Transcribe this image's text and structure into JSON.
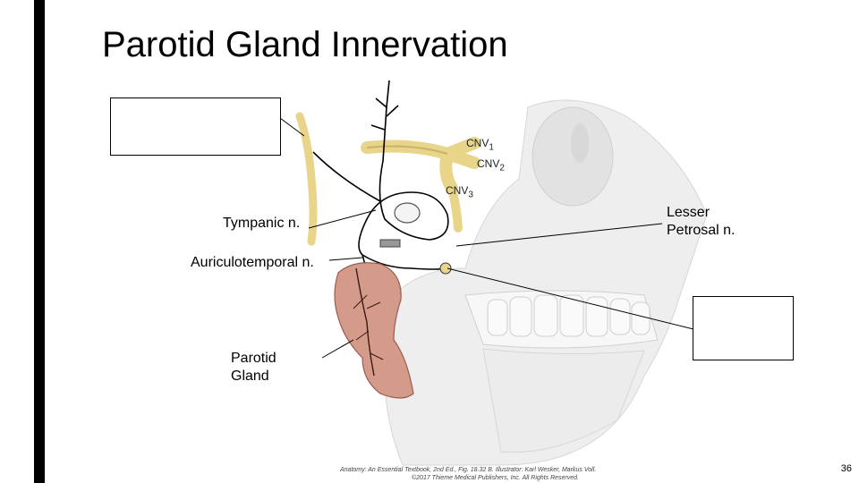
{
  "slide": {
    "title": "Parotid Gland Innervation",
    "page_number": "36"
  },
  "labels": {
    "cnv1": "CNV",
    "cnv1_sub": "1",
    "cnv2": "CNV",
    "cnv2_sub": "2",
    "cnv3": "CNV",
    "cnv3_sub": "3",
    "tympanic": "Tympanic n.",
    "auriculotemporal": "Auriculotemporal n.",
    "lesser_petrosal_line1": "Lesser",
    "lesser_petrosal_line2": "Petrosal n.",
    "parotid_line1": "Parotid",
    "parotid_line2": "Gland"
  },
  "credit": {
    "line1": "Anatomy: An Essential Textbook, 2nd Ed., Fig. 18.32 B. Illustrator: Karl Wesker, Markus Voll.",
    "line2": "©2017 Thieme Medical Publishers, Inc. All Rights Reserved."
  },
  "colors": {
    "nerve_yellow": "#e8d58a",
    "gland_pink": "#d49a8a",
    "bone": "#f0f0f0",
    "line": "#000000"
  }
}
